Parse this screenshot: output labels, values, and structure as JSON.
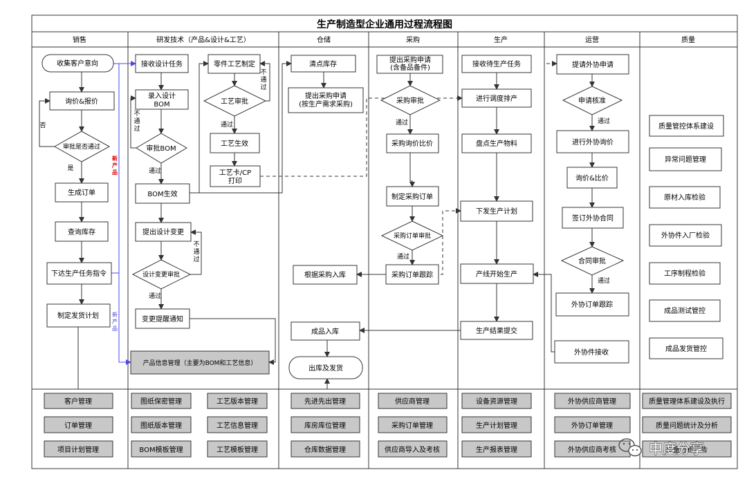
{
  "title": "生产制造型企业通用过程流程图",
  "lanes": [
    "销售",
    "研发技术（产品&设计&工艺）",
    "仓储",
    "采购",
    "生产",
    "运营",
    "质量"
  ],
  "sales": {
    "collect": "收集客户意向",
    "inquiry": "询价&报价",
    "approve": "审批是否通过",
    "order": "生成订单",
    "stock": "查询库存",
    "task": "下达生产任务指令",
    "ship_plan": "制定发货计划",
    "no": "否",
    "yes": "是"
  },
  "rd": {
    "receive": "接收设计任务",
    "bom_input": "录入设计 BOM",
    "bom_approve": "审批BOM",
    "bom_effect": "BOM生效",
    "change": "提出设计变更",
    "change_approve": "设计变更审批",
    "change_notice": "变更提醒通知",
    "part_process": "零件工艺制定",
    "process_approve": "工艺审批",
    "process_effect": "工艺生效",
    "card": "工艺卡/CP 打印",
    "product_info": "产品信息管理（主要为BOM和工艺信息）",
    "pass": "通过",
    "not_pass": "不通过",
    "new_product": "新产品"
  },
  "warehouse": {
    "inventory": "清点库存",
    "purchase_req": "提出采购申请 (按生产需求采购)",
    "inbound": "根据采购入库",
    "fg_in": "成品入库",
    "ship": "出库及发货"
  },
  "purchase": {
    "apply": "提出采购申请 (含备品备件)",
    "approve": "采购审批",
    "compare": "采购询价比价",
    "order": "制定采购订单",
    "order_approve": "采购订单审批",
    "track": "采购订单跟踪",
    "pass": "通过"
  },
  "production": {
    "receive": "接收待生产任务",
    "schedule": "进行调度排产",
    "materials": "盘点生产物料",
    "plan": "下发生产计划",
    "start": "产线开始生产",
    "submit": "生产结果提交"
  },
  "operations": {
    "apply": "提请外协申请",
    "approve": "申请核准",
    "inquiry": "进行外协询价",
    "compare": "询价&比价",
    "contract": "签订外协合同",
    "contract_approve": "合同审批",
    "track": "外协订单跟踪",
    "receive": "外协件接收",
    "pass": "通过"
  },
  "quality": [
    "质量管控体系建设",
    "异常问题管理",
    "原材入库检验",
    "外协件入厂检验",
    "工序制程检验",
    "成品测试管控",
    "成品发货管控"
  ],
  "modules": {
    "sales": [
      "客户管理",
      "订单管理",
      "项目计划管理"
    ],
    "rd_left": [
      "图纸保密管理",
      "图纸版本管理",
      "BOM模板管理"
    ],
    "rd_right": [
      "工艺版本管理",
      "工艺信息管理",
      "工艺模板管理"
    ],
    "warehouse": [
      "先进先出管理",
      "库房库位管理",
      "仓库数据管理"
    ],
    "purchase": [
      "供应商管理",
      "采购订单管理",
      "供应商导入及考核"
    ],
    "production": [
      "设备资源管理",
      "生产计划管理",
      "生产报表管理"
    ],
    "operations": [
      "外协供应商管理",
      "外协订单管理",
      "外协供应商考核"
    ],
    "quality": [
      "质量管理体系建设及执行",
      "质量问题统计及分析",
      "质量分析报告"
    ]
  },
  "watermark": "申度分享",
  "colors": {
    "line": "#333333",
    "module": "#c8c8c8",
    "new_product": "#e00000",
    "blue_line": "#4a4ae8"
  }
}
